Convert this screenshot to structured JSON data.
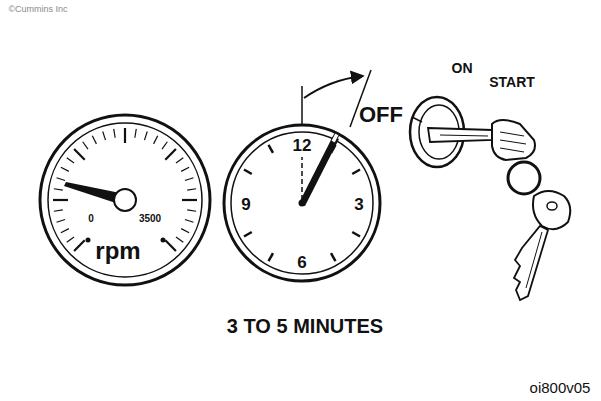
{
  "diagram": {
    "caption": "3 TO 5 MINUTES",
    "labels": [
      "©Cummins Inc",
      "0",
      "3500",
      "rpm",
      "12",
      "9",
      "3",
      "6",
      "OFF",
      "ON",
      "START",
      "oi800v05"
    ]
  }
}
